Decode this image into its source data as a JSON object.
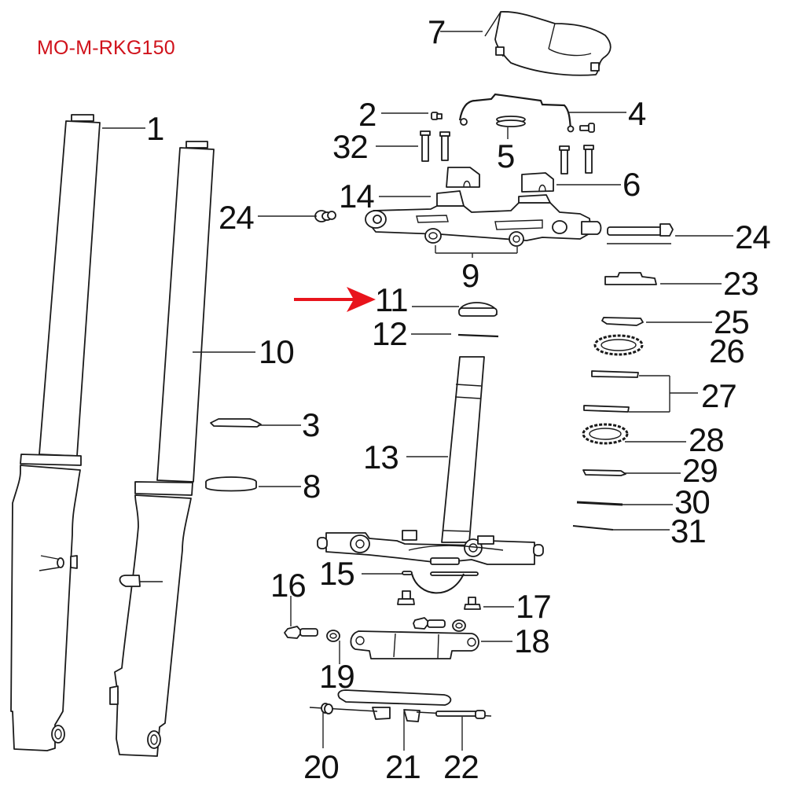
{
  "diagram": {
    "title": "MO-M-RKG150",
    "title_color": "#d0121b",
    "type": "exploded parts diagram",
    "subject": "front fork and steering stem assembly",
    "highlight_arrow": {
      "color": "#e8141c",
      "points_to": "11"
    },
    "callouts": [
      {
        "id": "1",
        "label": "1"
      },
      {
        "id": "2",
        "label": "2"
      },
      {
        "id": "3",
        "label": "3"
      },
      {
        "id": "4",
        "label": "4"
      },
      {
        "id": "5",
        "label": "5"
      },
      {
        "id": "6",
        "label": "6"
      },
      {
        "id": "7",
        "label": "7"
      },
      {
        "id": "8",
        "label": "8"
      },
      {
        "id": "9",
        "label": "9"
      },
      {
        "id": "10",
        "label": "10"
      },
      {
        "id": "11",
        "label": "11"
      },
      {
        "id": "12",
        "label": "12"
      },
      {
        "id": "13",
        "label": "13"
      },
      {
        "id": "14",
        "label": "14"
      },
      {
        "id": "15",
        "label": "15"
      },
      {
        "id": "16",
        "label": "16"
      },
      {
        "id": "17",
        "label": "17"
      },
      {
        "id": "18",
        "label": "18"
      },
      {
        "id": "19",
        "label": "19"
      },
      {
        "id": "20",
        "label": "20"
      },
      {
        "id": "21",
        "label": "21"
      },
      {
        "id": "22",
        "label": "22"
      },
      {
        "id": "23",
        "label": "23"
      },
      {
        "id": "24a",
        "label": "24"
      },
      {
        "id": "24b",
        "label": "24"
      },
      {
        "id": "25",
        "label": "25"
      },
      {
        "id": "26",
        "label": "26"
      },
      {
        "id": "27",
        "label": "27"
      },
      {
        "id": "28",
        "label": "28"
      },
      {
        "id": "29",
        "label": "29"
      },
      {
        "id": "30",
        "label": "30"
      },
      {
        "id": "31",
        "label": "31"
      },
      {
        "id": "32",
        "label": "32"
      }
    ]
  }
}
